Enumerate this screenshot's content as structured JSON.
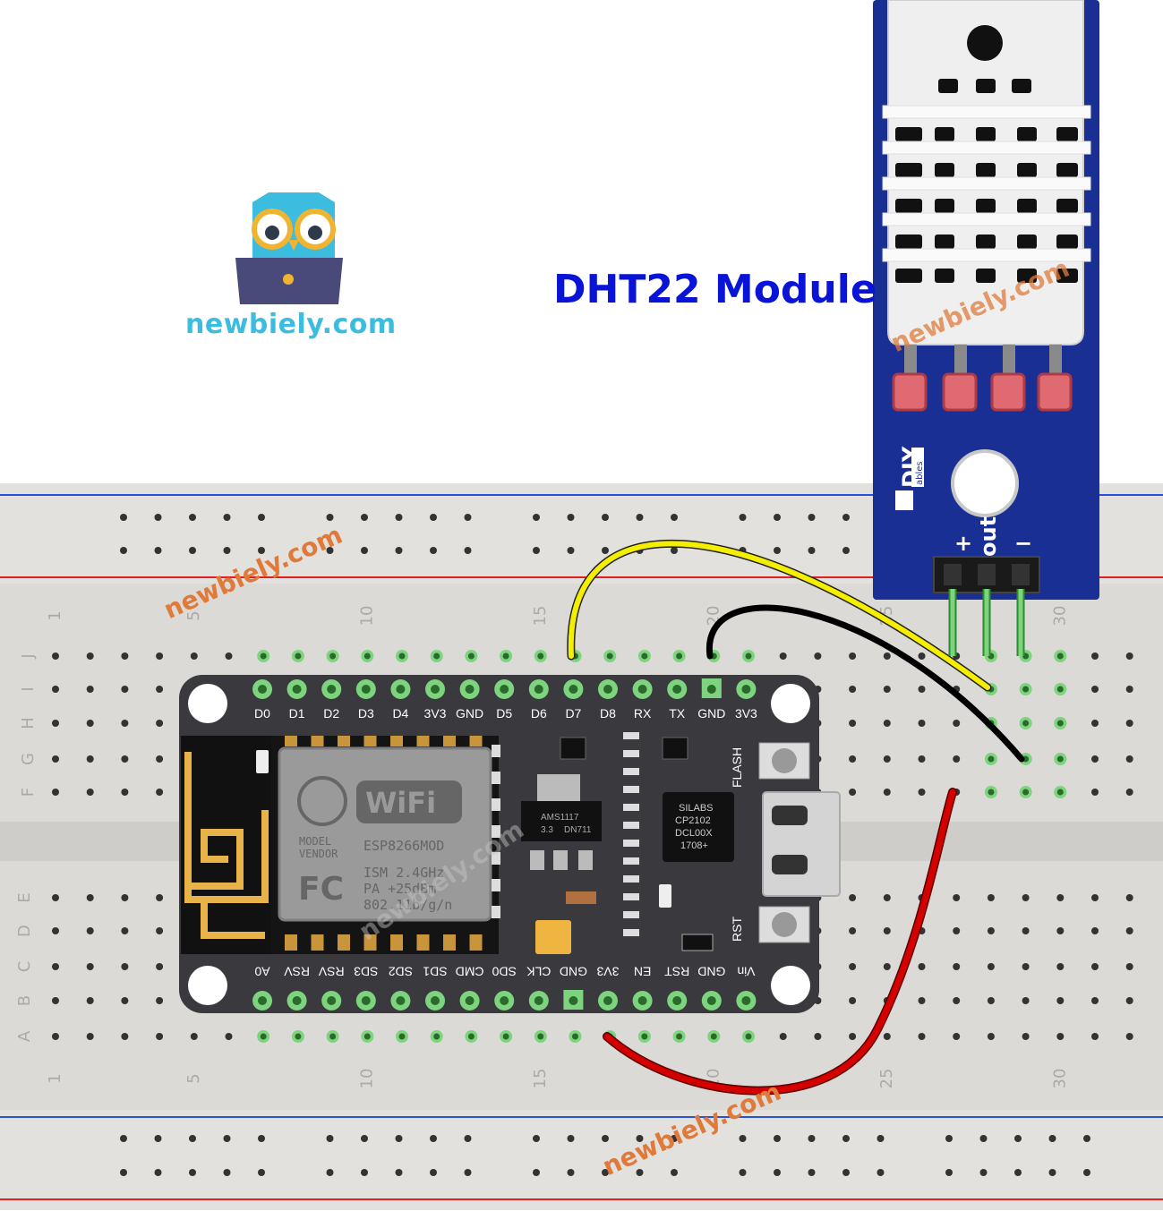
{
  "brand": {
    "site": "newbiely.com",
    "watermark": "newbiely.com"
  },
  "module_title": "DHT22 Module",
  "breadboard": {
    "rows_top": [
      "J",
      "I",
      "H",
      "G",
      "F"
    ],
    "rows_bottom": [
      "E",
      "D",
      "C",
      "B",
      "A"
    ],
    "column_numbers": [
      "1",
      "5",
      "10",
      "15",
      "20",
      "25",
      "30"
    ]
  },
  "board": {
    "top_pins": [
      "D0",
      "D1",
      "D2",
      "D3",
      "D4",
      "3V3",
      "GND",
      "D5",
      "D6",
      "D7",
      "D8",
      "RX",
      "TX",
      "GND",
      "3V3"
    ],
    "bottom_pins": [
      "A0",
      "RSV",
      "RSV",
      "SD3",
      "SD2",
      "SD1",
      "CMD",
      "SD0",
      "CLK",
      "GND",
      "3V3",
      "EN",
      "RST",
      "GND",
      "Vin"
    ],
    "module_wifi": "WiFi",
    "module_lines": [
      "MODEL",
      "VENDOR",
      "ISM 2.4GHz",
      "PA +25dBm",
      "802.11b/g/n"
    ],
    "module_name": "ESP8266MOD",
    "chip_usb": [
      "SILABS",
      "CP2102",
      "DCL00X",
      "1708+"
    ],
    "regulator": [
      "AMS1117",
      "3.3",
      "DN711"
    ],
    "flash_label": "FLASH",
    "rst_label": "RST"
  },
  "sensor": {
    "brand_top": "DIY",
    "brand_bottom": "ables",
    "pin_labels": [
      "+",
      "out",
      "−"
    ]
  },
  "colors": {
    "site_blue": "#3cbde0",
    "title_blue": "#0a14d6",
    "watermark": "#e07a3a",
    "wire_yellow": "#f4ee00",
    "wire_black": "#111111",
    "wire_red": "#d40000",
    "module_blue": "#1a2f94"
  }
}
